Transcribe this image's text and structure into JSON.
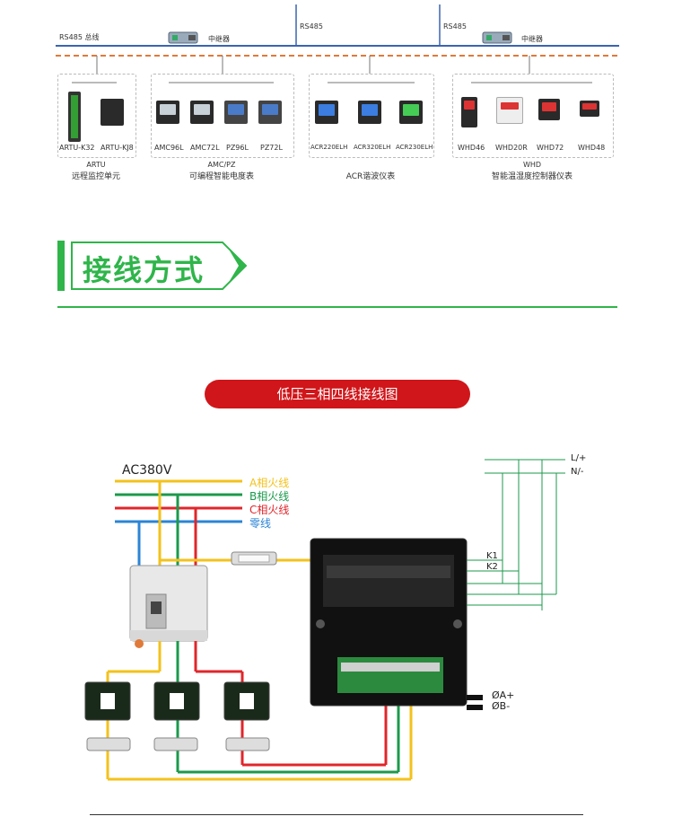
{
  "network": {
    "bus_label": "RS485 总线",
    "rs485_a": "RS485",
    "rs485_b": "RS485",
    "repeater_a": "中继器",
    "repeater_b": "中继器"
  },
  "groups": [
    {
      "code": "ARTU",
      "name": "远程监控单元",
      "devices": [
        "ARTU-K32",
        "ARTU-KJ8"
      ]
    },
    {
      "code": "AMC/PZ",
      "name": "可编程智能电度表",
      "devices": [
        "AMC96L",
        "AMC72L",
        "PZ96L",
        "PZ72L"
      ]
    },
    {
      "code": "",
      "name": "ACR谐波仪表",
      "devices": [
        "ACR220ELH",
        "ACR320ELH",
        "ACR230ELH"
      ]
    },
    {
      "code": "WHD",
      "name": "智能温湿度控制器仪表",
      "devices": [
        "WHD46",
        "WHD20R",
        "WHD72",
        "WHD48"
      ]
    }
  ],
  "section": {
    "title": "接线方式"
  },
  "diagram": {
    "title": "低压三相四线接线图",
    "supply": "AC380V",
    "phase_a": "A相火线",
    "phase_b": "B相火线",
    "phase_c": "C相火线",
    "neutral": "零线",
    "power_l": "L/+",
    "power_n": "N/-",
    "relay_k1": "K1",
    "relay_k2": "K2",
    "comm_a": "ØA+",
    "comm_b": "ØB-"
  },
  "colors": {
    "phase_a": "#f3c21b",
    "phase_b": "#1b9a4b",
    "phase_c": "#e0262b",
    "neutral": "#2b84d6",
    "accent_green": "#2fb54a",
    "title_red": "#d0161a",
    "network_blue": "#3a64b0",
    "network_dash": "#e07a3a"
  }
}
